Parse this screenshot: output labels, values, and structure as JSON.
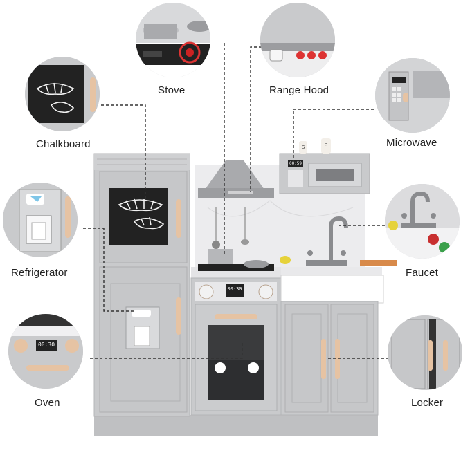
{
  "callouts": [
    {
      "id": "stove",
      "label": "Stove"
    },
    {
      "id": "range-hood",
      "label": "Range Hood"
    },
    {
      "id": "chalkboard",
      "label": "Chalkboard"
    },
    {
      "id": "microwave",
      "label": "Microwave"
    },
    {
      "id": "refrigerator",
      "label": "Refrigerator"
    },
    {
      "id": "faucet",
      "label": "Faucet"
    },
    {
      "id": "oven",
      "label": "Oven"
    },
    {
      "id": "locker",
      "label": "Locker"
    }
  ],
  "displays": {
    "microwave_time": "00:59",
    "oven_time": "00:30",
    "oven_zoom_time": "00:30",
    "salt": "S",
    "pepper": "P"
  },
  "colors": {
    "body_gray": "#c9cacc",
    "panel_gray": "#bfc0c2",
    "wood_handle": "#e6c3a3",
    "chalk_black": "#222222",
    "dashed_line": "#333333"
  }
}
